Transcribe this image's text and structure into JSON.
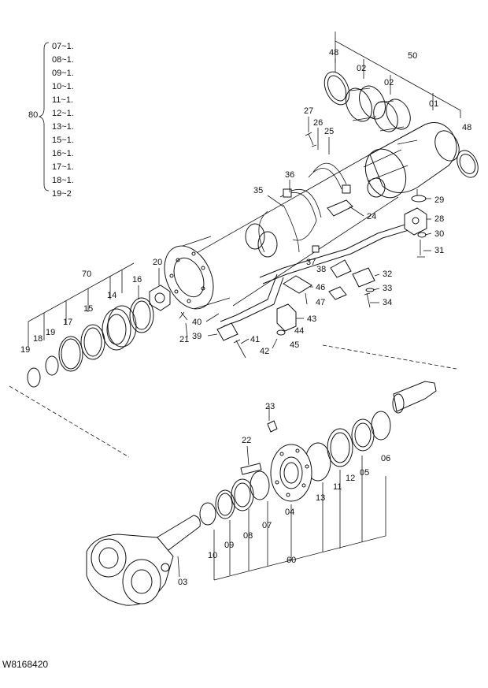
{
  "drawing_code": "W8168420",
  "kit": {
    "number": "80",
    "items": [
      "07~1.",
      "08~1.",
      "09~1.",
      "10~1.",
      "11~1.",
      "12~1.",
      "13~1.",
      "15~1.",
      "16~1.",
      "17~1.",
      "18~1.",
      "19~2"
    ]
  },
  "callouts": [
    "48",
    "02",
    "50",
    "02",
    "01",
    "48",
    "27",
    "26",
    "25",
    "36",
    "35",
    "29",
    "28",
    "24",
    "30",
    "31",
    "37",
    "38",
    "32",
    "46",
    "33",
    "47",
    "34",
    "20",
    "16",
    "14",
    "70",
    "15",
    "17",
    "19",
    "18",
    "19",
    "40",
    "43",
    "21",
    "39",
    "41",
    "44",
    "45",
    "42",
    "23",
    "22",
    "04",
    "13",
    "11",
    "12",
    "05",
    "06",
    "10",
    "09",
    "08",
    "07",
    "60",
    "03"
  ]
}
